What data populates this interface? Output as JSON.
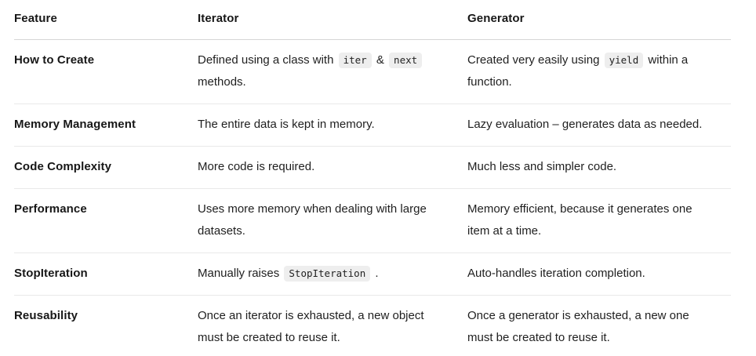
{
  "table": {
    "headers": [
      "Feature",
      "Iterator",
      "Generator"
    ],
    "rows": [
      {
        "feature": "How to Create",
        "iterator": {
          "seg0": "Defined using a class with ",
          "code0": "iter",
          "seg1": " & ",
          "code1": "next",
          "seg2": " methods."
        },
        "generator": {
          "seg0": "Created very easily using ",
          "code0": "yield",
          "seg1": " within a function."
        }
      },
      {
        "feature": "Memory Management",
        "iterator": {
          "seg0": "The entire data is kept in memory."
        },
        "generator": {
          "seg0": "Lazy evaluation – generates data as needed."
        }
      },
      {
        "feature": "Code Complexity",
        "iterator": {
          "seg0": "More code is required."
        },
        "generator": {
          "seg0": "Much less and simpler code."
        }
      },
      {
        "feature": "Performance",
        "iterator": {
          "seg0": "Uses more memory when dealing with large datasets."
        },
        "generator": {
          "seg0": "Memory efficient, because it generates one item at a time."
        }
      },
      {
        "feature": "StopIteration",
        "iterator": {
          "seg0": "Manually raises ",
          "code0": "StopIteration",
          "seg1": " ."
        },
        "generator": {
          "seg0": "Auto-handles iteration completion."
        }
      },
      {
        "feature": "Reusability",
        "iterator": {
          "seg0": "Once an iterator is exhausted, a new object must be created to reuse it."
        },
        "generator": {
          "seg0": "Once a generator is exhausted, a new one must be created to reuse it."
        }
      }
    ],
    "colors": {
      "inline_code_bg": "#eeeeee",
      "header_divider": "#d6d6d6",
      "row_divider": "#e9e9e9",
      "text": "#1f1f1f"
    }
  }
}
